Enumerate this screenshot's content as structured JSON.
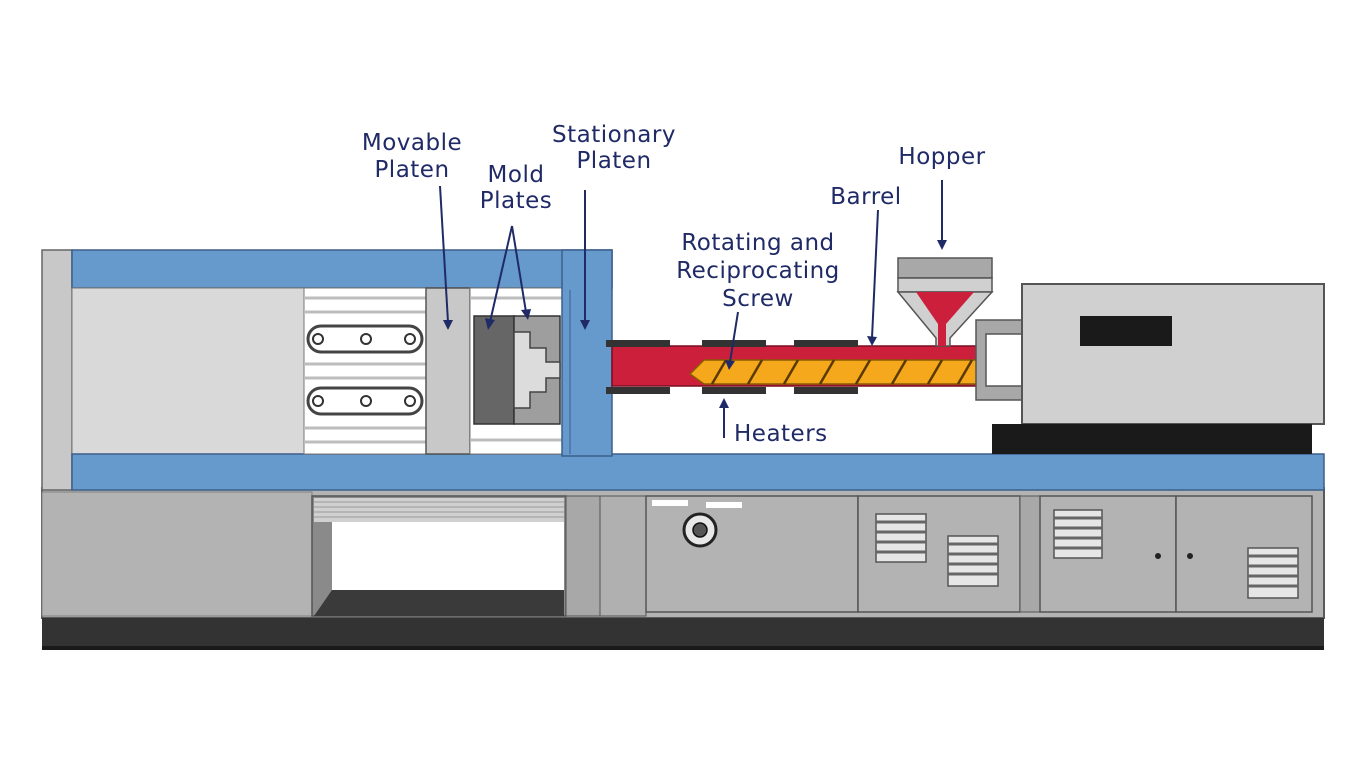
{
  "labels": {
    "movable_platen": [
      "Movable",
      "Platen"
    ],
    "mold_plates": [
      "Mold",
      "Plates"
    ],
    "stationary_platen": [
      "Stationary",
      "Platen"
    ],
    "hopper": "Hopper",
    "barrel": "Barrel",
    "screw": [
      "Rotating and",
      "Reciprocating",
      "Screw"
    ],
    "heaters": "Heaters"
  },
  "colors": {
    "frame_blue": "#6699cc",
    "melt_red": "#cc1f3c",
    "screw_orange": "#f5a81c",
    "label_navy": "#1f2a66",
    "body_gray": "#b3b3b3",
    "light_gray": "#d9d9d9",
    "dark_base": "#333333"
  }
}
